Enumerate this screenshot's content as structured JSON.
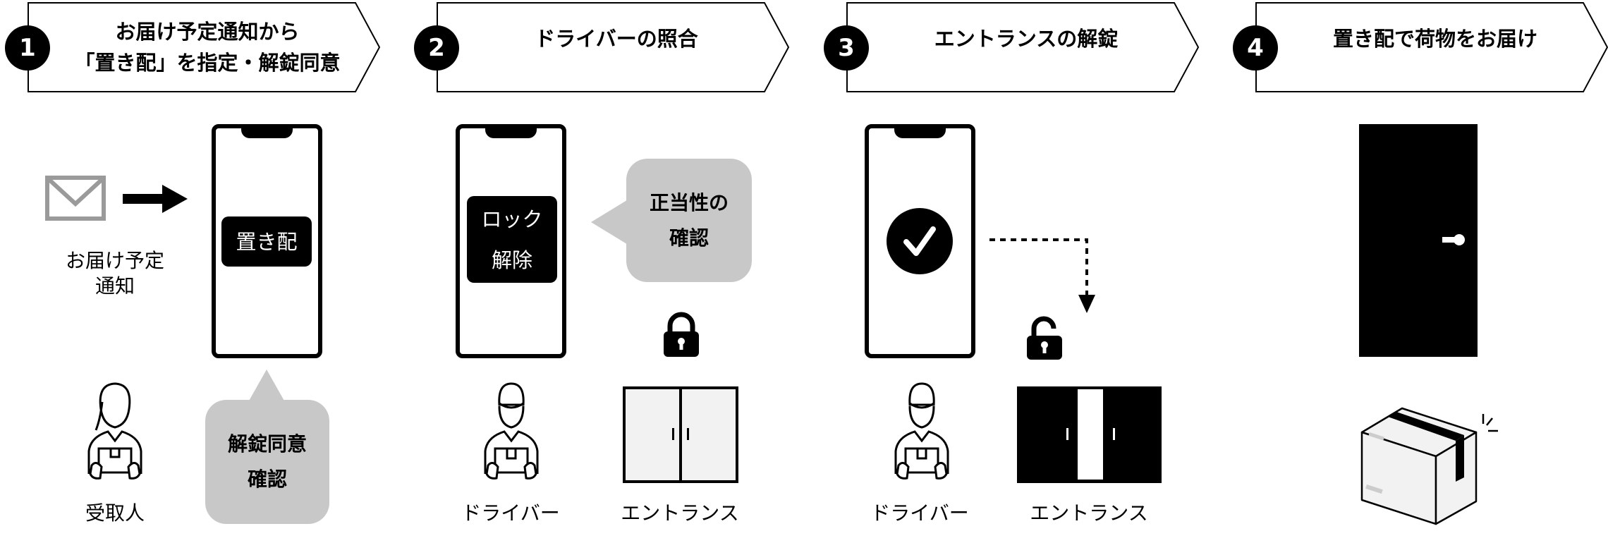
{
  "steps": [
    {
      "number": "1",
      "title": "お届け予定通知から\n「置き配」を指定・解錠同意"
    },
    {
      "number": "2",
      "title": "ドライバーの照合"
    },
    {
      "number": "3",
      "title": "エントランスの解錠"
    },
    {
      "number": "4",
      "title": "置き配で荷物をお届け"
    }
  ],
  "panel1": {
    "notification_label": "お届け予定\n通知",
    "screen_label": "置き配",
    "person_label": "受取人",
    "bubble": "解錠同意\n確認"
  },
  "panel2": {
    "screen_label": "ロック\n解除",
    "bubble": "正当性の\n確認",
    "person_label": "ドライバー",
    "entrance_label": "エントランス"
  },
  "panel3": {
    "person_label": "ドライバー",
    "entrance_label": "エントランス"
  },
  "colors": {
    "accent": "#000000",
    "bubble": "#c8c8c8",
    "mail": "#9a9a9a"
  }
}
